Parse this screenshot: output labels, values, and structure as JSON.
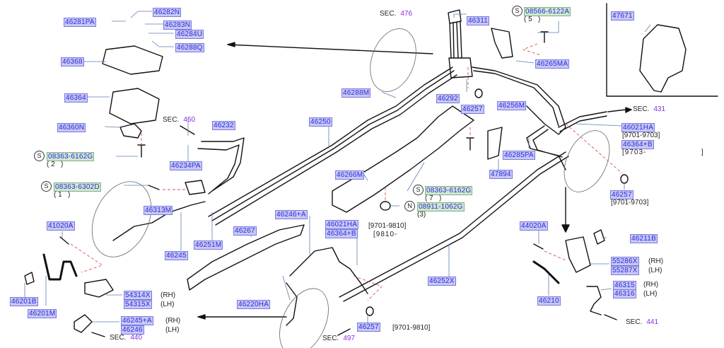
{
  "diagram": {
    "title": "Brake piping parts diagram",
    "colors": {
      "label_text": "#2b2be0",
      "label_bg": "#c8c8f4",
      "standard_part_bg": "#cfe8cf",
      "section_number": "#8a2be2",
      "leader_line": "#5a7fb0",
      "dashed_guide": "#e05050"
    },
    "parts": {
      "p46281PA": "46281PA",
      "p46282N": "46282N",
      "p46283N": "46283N",
      "p46284U": "46284U",
      "p46288Q": "46288Q",
      "p46368": "46368",
      "p46364": "46364",
      "p46360N": "46360N",
      "p46232": "46232",
      "p46234PA": "46234PA",
      "p46313M": "46313M",
      "p41020A": "41020A",
      "p46245": "46245",
      "p46251M": "46251M",
      "p46201B": "46201B",
      "p46201M": "46201M",
      "p54314X": "54314X",
      "p54315X": "54315X",
      "p46245A": "46245+A",
      "p46246": "46246",
      "p46250": "46250",
      "p46288M": "46288M",
      "p46292": "46292",
      "p46311": "46311",
      "p46257a": "46257",
      "p46265MA": "46265MA",
      "p46256M": "46256M",
      "p47671": "47671",
      "p46266M": "46266M",
      "p47894": "47894",
      "p46285PA": "46285PA",
      "p46021HAa": "46021HA",
      "p46364Ba": "46364+B",
      "p46257b": "46257",
      "p46267": "46267",
      "p46246A": "46246+A",
      "p46021HAb": "46021HA",
      "p46364Bb": "46364+B",
      "p46220HA": "46220HA",
      "p46252X": "46252X",
      "p46257c": "46257",
      "p44020A": "44020A",
      "p46211B": "46211B",
      "p55286X": "55286X",
      "p55287X": "55287X",
      "p46315": "46315",
      "p46316": "46316",
      "p46210": "46210"
    },
    "standard_parts": {
      "s08363_6162G_a": {
        "prefix": "S",
        "number": "08363-6162G",
        "qty": "( 2   )"
      },
      "s08363_6302D": {
        "prefix": "S",
        "number": "08363-6302D",
        "qty": "( 1   )"
      },
      "s08566_6122A": {
        "prefix": "S",
        "number": "08566-6122A",
        "qty": "( 5   )"
      },
      "s08363_6162G_b": {
        "prefix": "S",
        "number": "08363-6162G",
        "qty": "( 7   )"
      },
      "n08911_1062G": {
        "prefix": "N",
        "number": "08911-1062G",
        "qty": "(3)"
      }
    },
    "sections": {
      "sec476": {
        "label": "SEC.",
        "number": "476"
      },
      "sec460": {
        "label": "SEC.",
        "number": "460"
      },
      "sec431": {
        "label": "SEC.",
        "number": "431"
      },
      "sec440": {
        "label": "SEC.",
        "number": "440"
      },
      "sec497": {
        "label": "SEC.",
        "number": "497"
      },
      "sec441": {
        "label": "SEC.",
        "number": "441"
      }
    },
    "notes": {
      "rh": "(RH)",
      "lh": "(LH)",
      "date_9701_9703": "[9701-9703]",
      "date_9703": "[9703-",
      "date_9703_close": "]",
      "date_9701_9810": "[9701-9810]",
      "date_9810": "[9810-"
    }
  }
}
